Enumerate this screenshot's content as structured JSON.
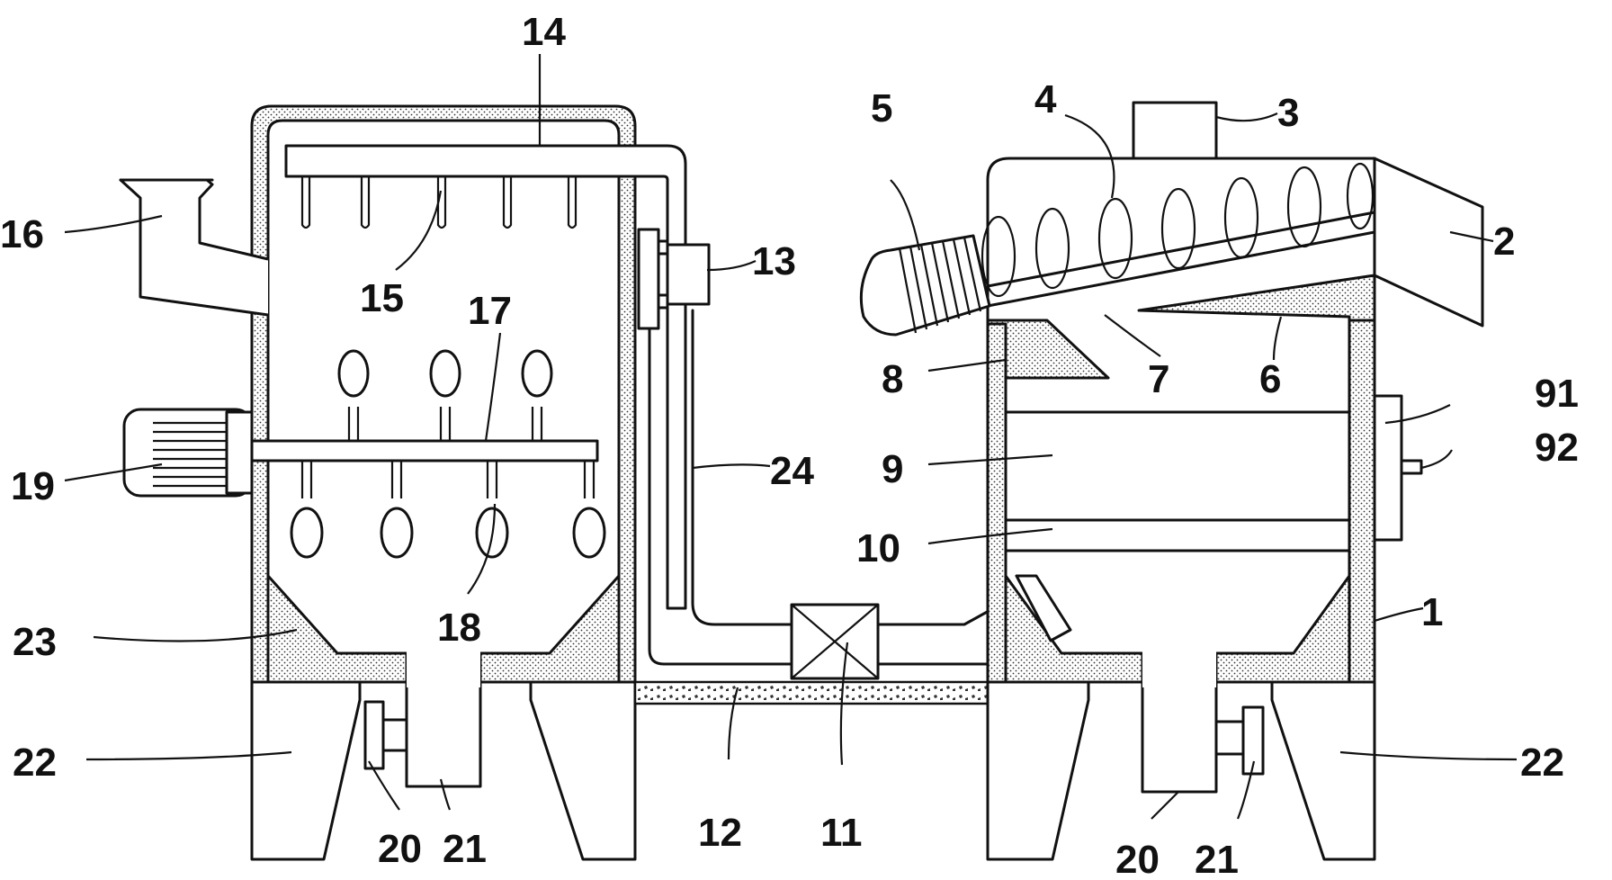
{
  "labels": {
    "l1": "1",
    "l2": "2",
    "l3": "3",
    "l4": "4",
    "l5": "5",
    "l6": "6",
    "l7": "7",
    "l8": "8",
    "l9": "9",
    "l10": "10",
    "l11": "11",
    "l12": "12",
    "l13": "13",
    "l14": "14",
    "l15": "15",
    "l16": "16",
    "l17": "17",
    "l18": "18",
    "l19": "19",
    "l20a": "20",
    "l21a": "21",
    "l20b": "20",
    "l21b": "21",
    "l22a": "22",
    "l22b": "22",
    "l23": "23",
    "l24": "24",
    "l91": "91",
    "l92": "92"
  }
}
